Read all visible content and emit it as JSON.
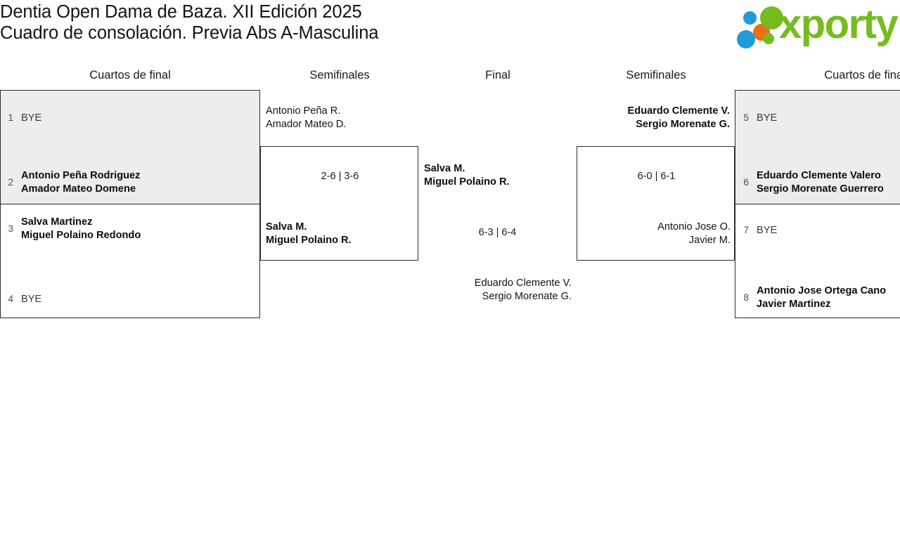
{
  "header": {
    "title_line1": "Dentia Open Dama de Baza. XII Edición 2025",
    "title_line2": "Cuadro de consolación. Previa Abs A-Masculina",
    "logo_wordmark": "xporty",
    "logo_colors": {
      "blue": "#1f9cd8",
      "orange": "#e8700f",
      "green": "#76bc21"
    }
  },
  "round_headers": [
    {
      "label": "Cuartos de final"
    },
    {
      "label": "Semifinales"
    },
    {
      "label": "Final"
    },
    {
      "label": "Semifinales"
    },
    {
      "label": "Cuartos de final"
    }
  ],
  "bracket": {
    "left": {
      "quarterfinals": [
        {
          "shaded": true,
          "slots": [
            {
              "seed": "1",
              "names": [
                "BYE"
              ],
              "winner": false,
              "bye": true
            },
            {
              "seed": "2",
              "names": [
                "Antonio Peña Rodriguez",
                "Amador Mateo Domene"
              ],
              "winner": true,
              "bye": false
            }
          ]
        },
        {
          "shaded": false,
          "slots": [
            {
              "seed": "3",
              "names": [
                "Salva Martinez",
                "Miguel Polaino Redondo"
              ],
              "winner": true,
              "bye": false
            },
            {
              "seed": "4",
              "names": [
                "BYE"
              ],
              "winner": false,
              "bye": true
            }
          ]
        }
      ],
      "semifinal": {
        "score": "2-6 | 3-6",
        "slots": [
          {
            "names": [
              "Antonio Peña R.",
              "Amador Mateo D."
            ],
            "winner": false
          },
          {
            "names": [
              "Salva M.",
              "Miguel Polaino R."
            ],
            "winner": true
          }
        ]
      }
    },
    "final": {
      "score": "6-3 | 6-4",
      "slots": [
        {
          "names": [
            "Salva M.",
            "Miguel Polaino R."
          ],
          "winner": true
        },
        {
          "names": [
            "Eduardo Clemente V.",
            "Sergio Morenate G."
          ],
          "winner": false
        }
      ]
    },
    "right": {
      "semifinal": {
        "score": "6-0 | 6-1",
        "slots": [
          {
            "names": [
              "Eduardo Clemente V.",
              "Sergio Morenate G."
            ],
            "winner": true
          },
          {
            "names": [
              "Antonio Jose O.",
              "Javier M."
            ],
            "winner": false
          }
        ]
      },
      "quarterfinals": [
        {
          "shaded": true,
          "slots": [
            {
              "seed": "5",
              "names": [
                "BYE"
              ],
              "winner": false,
              "bye": true
            },
            {
              "seed": "6",
              "names": [
                "Eduardo Clemente Valero",
                "Sergio Morenate Guerrero"
              ],
              "winner": true,
              "bye": false
            }
          ]
        },
        {
          "shaded": false,
          "slots": [
            {
              "seed": "7",
              "names": [
                "BYE"
              ],
              "winner": false,
              "bye": true
            },
            {
              "seed": "8",
              "names": [
                "Antonio Jose Ortega Cano",
                "Javier Martinez"
              ],
              "winner": true,
              "bye": false
            }
          ]
        }
      ]
    }
  }
}
